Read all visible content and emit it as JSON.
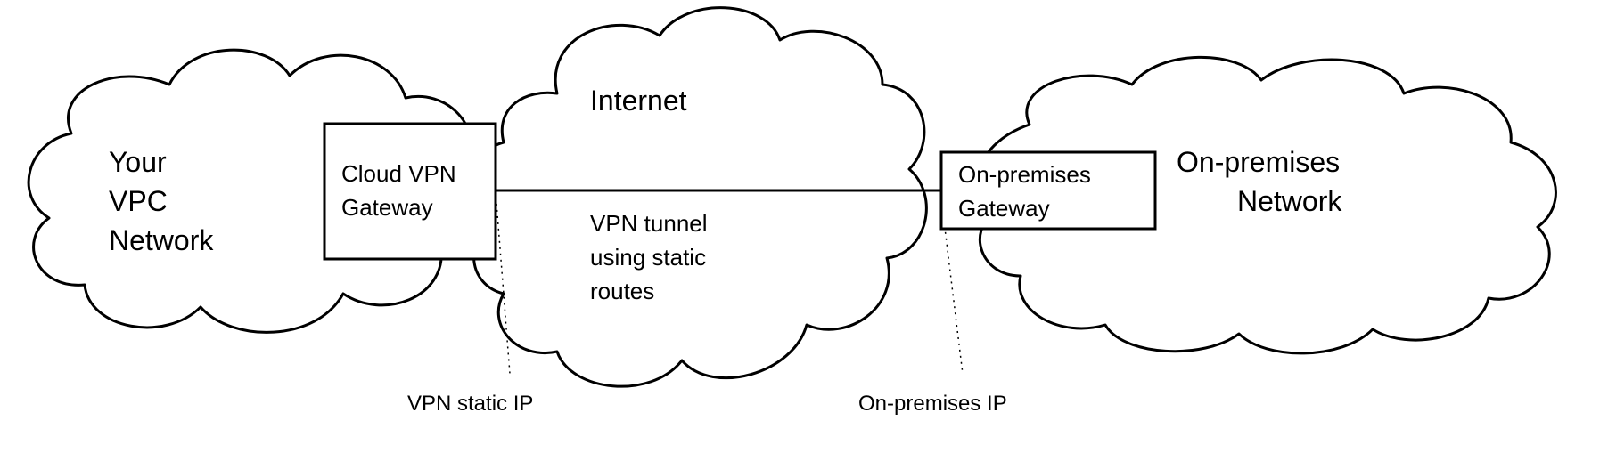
{
  "clouds": {
    "vpc": {
      "lines": [
        "Your",
        "VPC",
        "Network"
      ]
    },
    "internet": {
      "label": "Internet",
      "tunnel_lines": [
        "VPN tunnel",
        "using static",
        "routes"
      ]
    },
    "onprem": {
      "lines": [
        "On-premises",
        "Network"
      ]
    }
  },
  "gateways": {
    "cloud_vpn": {
      "lines": [
        "Cloud VPN",
        "Gateway"
      ]
    },
    "onprem": {
      "lines": [
        "On-premises",
        "Gateway"
      ]
    }
  },
  "ip_labels": {
    "vpn_static_ip": "VPN static IP",
    "onprem_ip": "On-premises IP"
  }
}
